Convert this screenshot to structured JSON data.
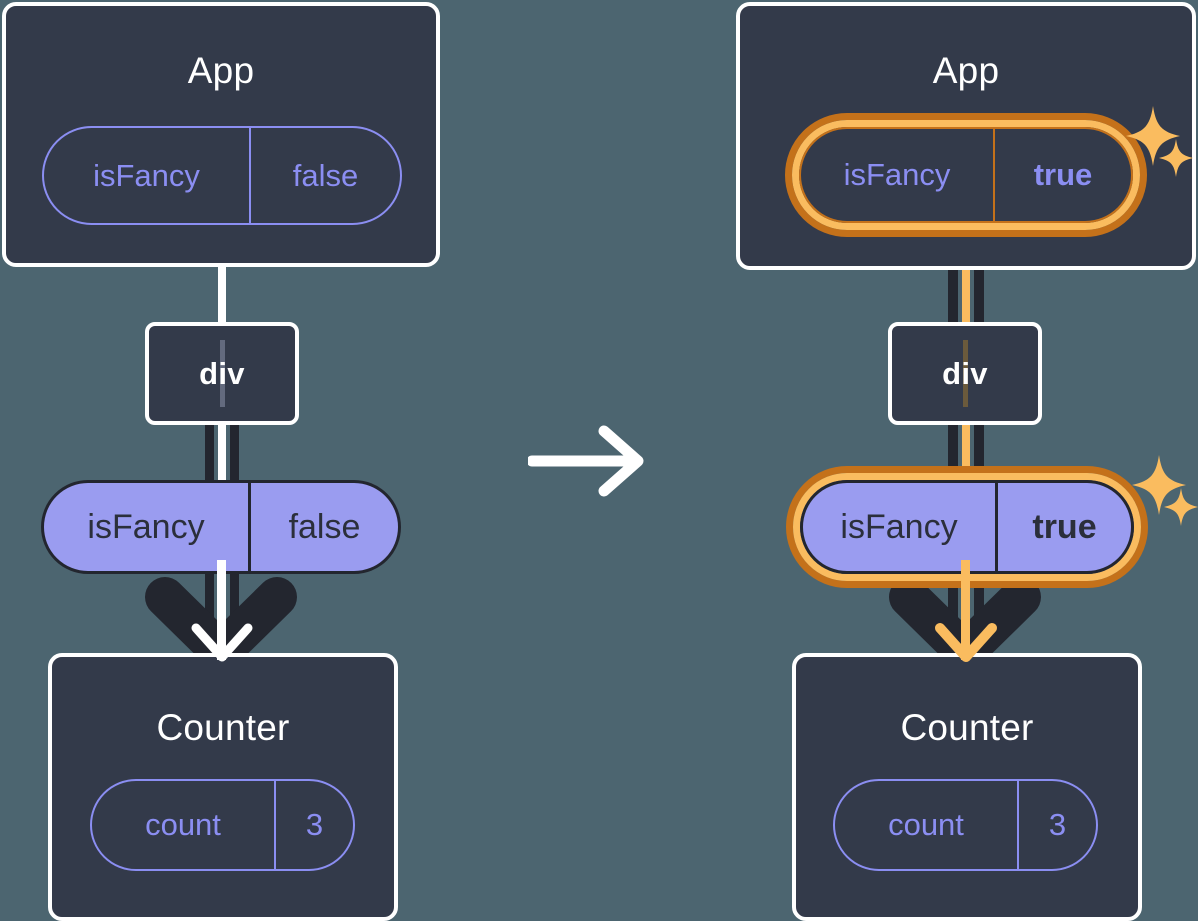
{
  "diagram": {
    "title_semantic": "react-state-propagation-before-after",
    "background_color": "#4c6570",
    "transition_icon": "right-arrow-icon",
    "colors": {
      "panel_fill": "#333a4a",
      "panel_border": "#ffffff",
      "pill_outline": "#8b8ef2",
      "pill_solid_fill": "#9a9cf0",
      "pill_solid_border": "#23262f",
      "highlight_outer": "#c4711a",
      "highlight_inner": "#fabc5f",
      "wire_dark": "#23262f",
      "wire_light": "#ffffff",
      "wire_orange": "#fabc5f",
      "sparkle": "#fabc5f"
    }
  },
  "before": {
    "app": {
      "title": "App",
      "state_pill": {
        "key": "isFancy",
        "value": "false",
        "highlighted": false,
        "bold_value": false
      }
    },
    "div": {
      "label": "div"
    },
    "props_pill": {
      "key": "isFancy",
      "value": "false",
      "highlighted": false,
      "bold_value": false
    },
    "counter": {
      "title": "Counter",
      "state_pill": {
        "key": "count",
        "value": "3",
        "highlighted": false,
        "bold_value": false
      }
    }
  },
  "after": {
    "app": {
      "title": "App",
      "state_pill": {
        "key": "isFancy",
        "value": "true",
        "highlighted": true,
        "bold_value": true
      },
      "sparkle_icon": "sparkles-icon"
    },
    "div": {
      "label": "div"
    },
    "props_pill": {
      "key": "isFancy",
      "value": "true",
      "highlighted": true,
      "bold_value": true,
      "sparkle_icon": "sparkles-icon"
    },
    "counter": {
      "title": "Counter",
      "state_pill": {
        "key": "count",
        "value": "3",
        "highlighted": false,
        "bold_value": false
      }
    }
  }
}
